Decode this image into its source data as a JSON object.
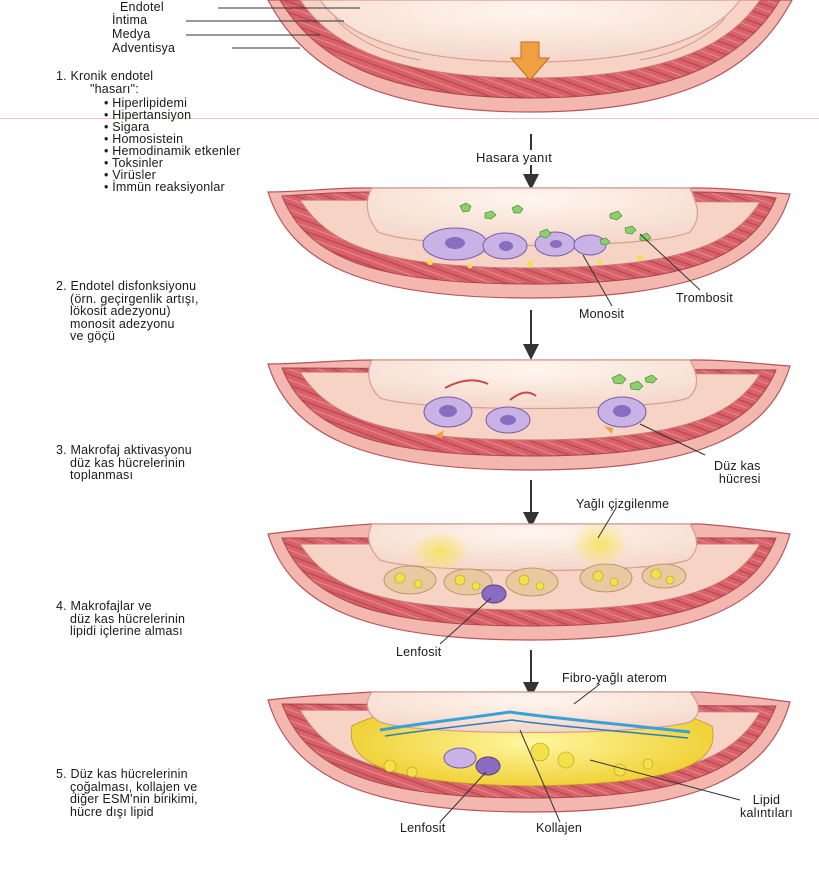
{
  "layers": {
    "endotel": "Endotel",
    "intima": "İntima",
    "medya": "Medya",
    "adventisya": "Adventisya"
  },
  "step1": {
    "title_lines": [
      "1. Kronik endotel",
      "\"hasarı\":"
    ],
    "risk_factors": [
      "Hiperlipidemi",
      "Hipertansiyon",
      "Sigara",
      "Homosistein",
      "Hemodinamik etkenler",
      "Toksinler",
      "Virüsler",
      "İmmün reaksiyonlar"
    ]
  },
  "transition_label": "Hasara yanıt",
  "step2": {
    "lines": [
      "2. Endotel disfonksiyonu",
      "(örn. geçirgenlik artışı,",
      "lökosit adezyonu)",
      "monosit adezyonu",
      "ve göçü"
    ],
    "labels": {
      "trombosit": "Trombosit",
      "monosit": "Monosit"
    }
  },
  "step3": {
    "lines": [
      "3. Makrofaj aktivasyonu",
      "düz kas hücrelerinin",
      "toplanması"
    ],
    "labels": {
      "duz_kas": [
        "Düz kas",
        "hücresi"
      ]
    }
  },
  "step4": {
    "lines": [
      "4. Makrofajlar ve",
      "düz kas hücrelerinin",
      "lipidi içlerine alması"
    ],
    "labels": {
      "yagli": "Yağlı çizgilenme",
      "lenfosit": "Lenfosit"
    }
  },
  "step5": {
    "lines": [
      "5. Düz kas hücrelerinin",
      "çoğalması, kollajen ve",
      "diğer ESM'nin birikimi,",
      "hücre dışı lipid"
    ],
    "labels": {
      "fibro": "Fibro-yağlı aterom",
      "lipid": [
        "Lipid",
        "kalıntıları"
      ],
      "lenfosit": "Lenfosit",
      "kollajen": "Kollajen"
    }
  },
  "colors": {
    "adventitia": "#f3b7b0",
    "media": "#d9626a",
    "intima": "#f7d3c6",
    "lumen": "#fbeee6",
    "platelet": "#8ccf6d",
    "macrophage": "#c9b3e6",
    "lipid": "#f4e04a",
    "arrow": "#f0a040",
    "collagen": "#3aa0d8"
  }
}
